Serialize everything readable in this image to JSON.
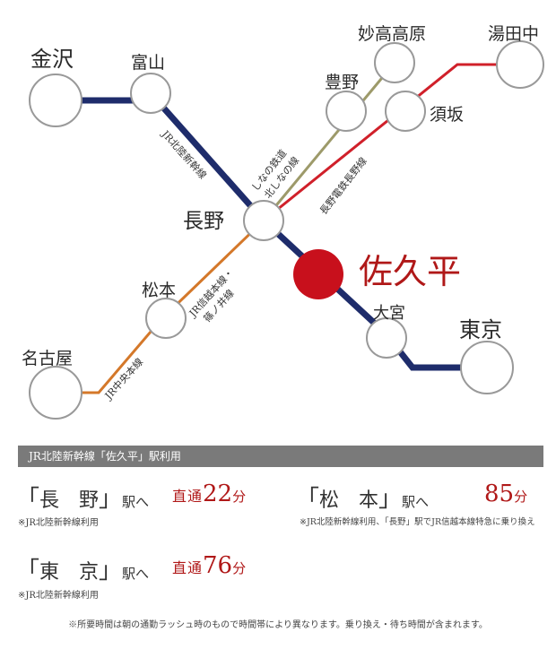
{
  "stations": {
    "kanazawa": "金沢",
    "toyama": "富山",
    "myoko": "妙高高原",
    "yudanaka": "湯田中",
    "toyono": "豊野",
    "suzaka": "須坂",
    "nagano": "長野",
    "saku": "佐久平",
    "matsumoto": "松本",
    "omiya": "大宮",
    "tokyo": "東京",
    "nagoya": "名古屋"
  },
  "lines": {
    "hokuriku": "JR北陸新幹線",
    "shinano_1": "しなの鉄道",
    "shinano_2": "北しなの線",
    "nagaden": "長野電鉄長野線",
    "shinetsu_1": "JR信越本線・",
    "shinetsu_2": "篠ノ井線",
    "chuo": "JR中央本線"
  },
  "colors": {
    "hokuriku": "#1e2c6b",
    "shinano": "#9d9a6a",
    "nagaden": "#d0202a",
    "shinetsu": "#d4782a",
    "saku_circle": "#c8101c",
    "highlight_text": "#b01818",
    "banner": "#7a7a7a"
  },
  "info": {
    "banner": "JR北陸新幹線「佐久平」駅利用",
    "routes": [
      {
        "dest": "長　野",
        "suffix": "駅へ",
        "prefix": "直通",
        "num": "22",
        "unit": "分",
        "note": "※JR北陸新幹線利用"
      },
      {
        "dest": "松　本",
        "suffix": "駅へ",
        "prefix": "",
        "num": "85",
        "unit": "分",
        "note": "※JR北陸新幹線利用、「長野」駅でJR信越本線特急に乗り換え"
      },
      {
        "dest": "東　京",
        "suffix": "駅へ",
        "prefix": "直通",
        "num": "76",
        "unit": "分",
        "note": "※JR北陸新幹線利用"
      }
    ],
    "footnote": "※所要時間は朝の通勤ラッシュ時のもので時間帯により異なります。乗り換え・待ち時間が含まれます。"
  }
}
